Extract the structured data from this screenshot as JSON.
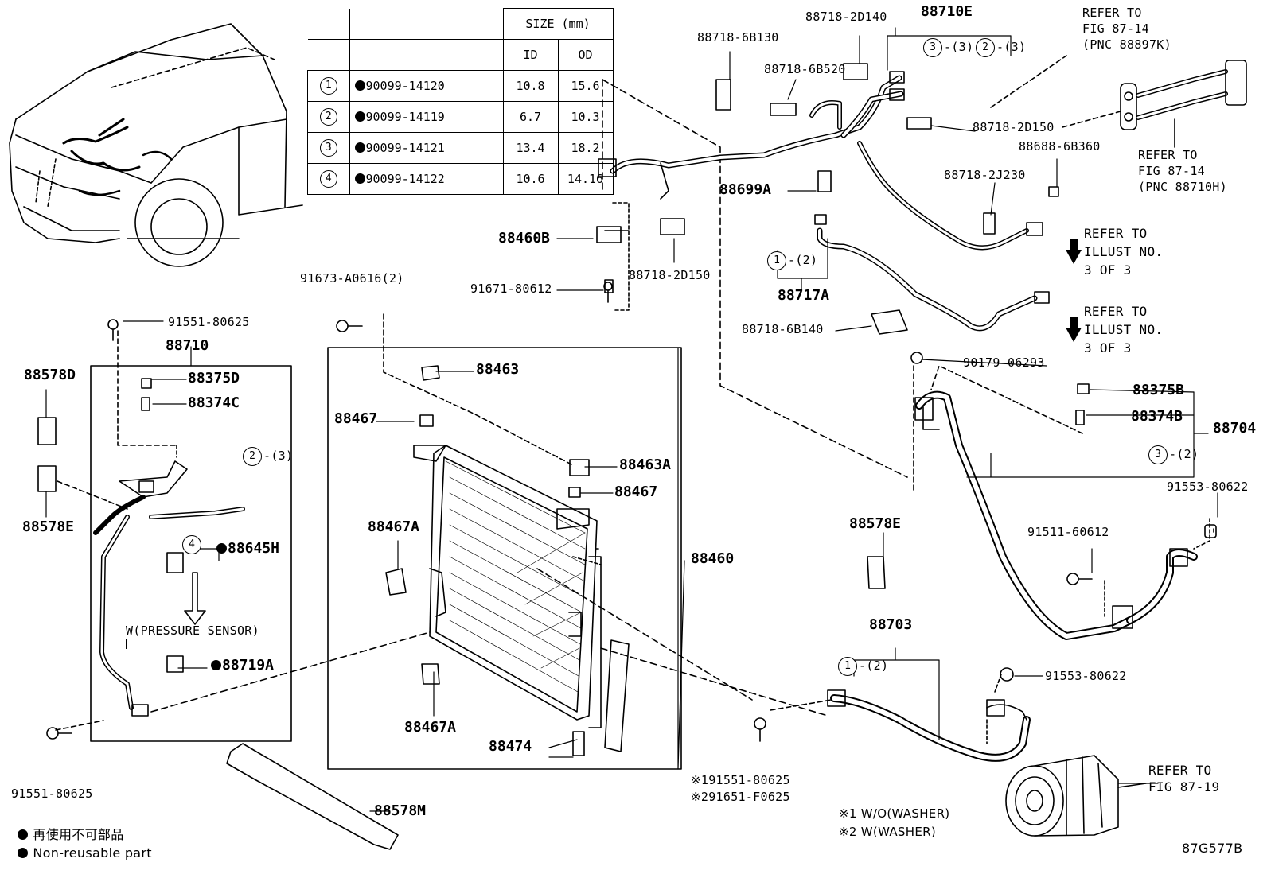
{
  "size_table": {
    "header": "SIZE (mm)",
    "col_id": "ID",
    "col_od": "OD",
    "rows": [
      {
        "key": "1",
        "part": "90099-14120",
        "id": "10.8",
        "od": "15.6"
      },
      {
        "key": "2",
        "part": "90099-14119",
        "id": "6.7",
        "od": "10.3"
      },
      {
        "key": "3",
        "part": "90099-14121",
        "id": "13.4",
        "od": "18.2"
      },
      {
        "key": "4",
        "part": "90099-14122",
        "id": "10.6",
        "od": "14.16"
      }
    ]
  },
  "labels": {
    "p88718_6B130": "88718-6B130",
    "p88718_2D140": "88718-2D140",
    "p88710E": "88710E",
    "p88718_6B520": "88718-6B520",
    "p88718_2D150a": "88718-2D150",
    "p88688_6B360": "88688-6B360",
    "p88718_2J230": "88718-2J230",
    "p88699A": "88699A",
    "p88460B": "88460B",
    "p88718_2D150b": "88718-2D150",
    "p91671_80612": "91671-80612",
    "p88717A": "88717A",
    "p88718_6B140": "88718-6B140",
    "p91673_A0616": "91673-A0616(2)",
    "p91551_80625a": "91551-80625",
    "p88710": "88710",
    "p88578D": "88578D",
    "p88375D": "88375D",
    "p88374C": "88374C",
    "p88578Ea": "88578E",
    "p88645H": "88645H",
    "p88719A": "88719A",
    "w_pressure": "W(PRESSURE SENSOR)",
    "p88463": "88463",
    "p88467a": "88467",
    "p88463A": "88463A",
    "p88467b": "88467",
    "p88467Aa": "88467A",
    "p88467Ab": "88467A",
    "p88460": "88460",
    "p88474": "88474",
    "p88578M": "88578M",
    "p91551_80625b": "91551-80625",
    "p90179_06293": "90179-06293",
    "p88375B": "88375B",
    "p88374B": "88374B",
    "p88704": "88704",
    "p91553_80622a": "91553-80622",
    "p91511_60612": "91511-60612",
    "p88578Eb": "88578E",
    "p88703": "88703",
    "p91553_80622b": "91553-80622",
    "ref_pnc_88897k_1": "REFER TO",
    "ref_pnc_88897k_2": "FIG 87-14",
    "ref_pnc_88897k_3": "(PNC 88897K)",
    "ref_pnc_88710h_1": "REFER TO",
    "ref_pnc_88710h_2": "FIG 87-14",
    "ref_pnc_88710h_3": "(PNC 88710H)",
    "ref_ill_a_1": "REFER TO",
    "ref_ill_a_2": "ILLUST NO.",
    "ref_ill_a_3": "3 OF 3",
    "ref_ill_b_1": "REFER TO",
    "ref_ill_b_2": "ILLUST NO.",
    "ref_ill_b_3": "3 OF 3",
    "ref_fig_87_19_1": "REFER TO",
    "ref_fig_87_19_2": "FIG 87-19",
    "bolt_note_1": "※191551-80625",
    "bolt_note_2": "※291651-F0625",
    "washer_note_1": "※1 W/O(WASHER)",
    "washer_note_2": "※2 W(WASHER)",
    "legend_jp": "再使用不可部品",
    "legend_en": "Non-reusable part",
    "fig_code": "87G577B",
    "qty_3_3": "-(3)",
    "qty_2_3a": "-(3)",
    "qty_1_2a": "-(2)",
    "qty_2_3b": "-(3)",
    "qty_3_2": "-(2)",
    "qty_1_2b": "-(2)",
    "c3a": "3",
    "c2a": "2",
    "c1a": "1",
    "c2b": "2",
    "c4": "4",
    "c3b": "3",
    "c1b": "1"
  }
}
